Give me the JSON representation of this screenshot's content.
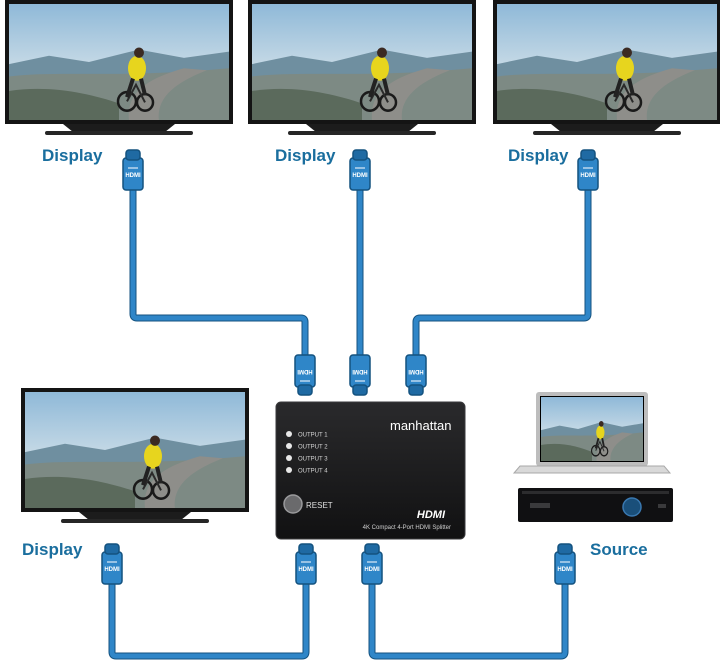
{
  "labels": {
    "display": "Display",
    "source": "Source",
    "connector": "HDMI"
  },
  "splitter": {
    "brand": "manhattan",
    "outputs": [
      "OUTPUT 1",
      "OUTPUT 2",
      "OUTPUT 3",
      "OUTPUT 4"
    ],
    "reset": "RESET",
    "logo": "HDMI",
    "model": "4K Compact 4-Port HDMI Splitter"
  },
  "colors": {
    "cable": "#2f86c8",
    "cable_outline": "#14527f",
    "label": "#1a6e9e",
    "device": "#1d1d1f"
  }
}
